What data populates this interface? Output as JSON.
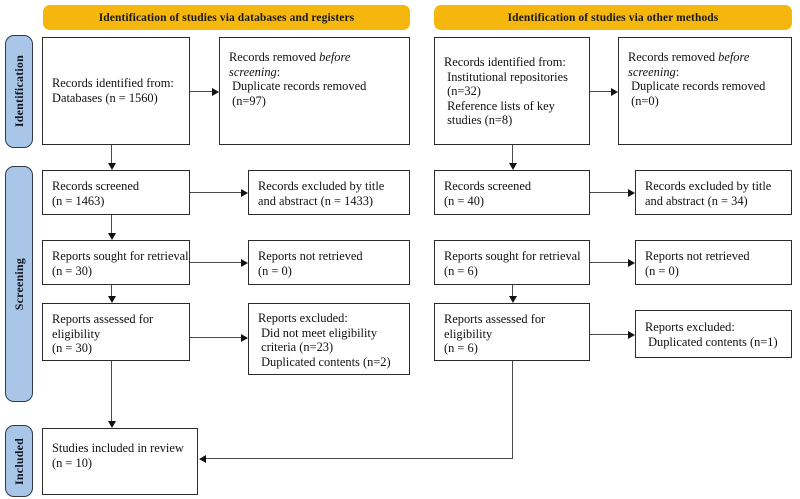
{
  "diagram": {
    "title": "PRISMA flow diagram",
    "colors": {
      "header_bar": "#F5B60D",
      "stage_label": "#A9C6E8",
      "box_border": "#2b2b2b",
      "connector": "#4a4a4a"
    }
  },
  "headers": [
    {
      "id": "databases",
      "label": "Identification of studies via databases and registers"
    },
    {
      "id": "other",
      "label": "Identification of studies via other methods"
    }
  ],
  "stages": [
    {
      "id": "identification",
      "label": "Identification"
    },
    {
      "id": "screening",
      "label": "Screening"
    },
    {
      "id": "included",
      "label": "Included"
    }
  ],
  "left_column": {
    "records_identified": {
      "line1": "Records identified from:",
      "line2": "Databases (n = 1560)"
    },
    "records_removed": {
      "line1": "Records removed ",
      "line1_italic": "before",
      "line2_italic": "screening",
      "line2_tail": ":",
      "line3": " Duplicate records removed",
      "line4": " (n=97)"
    },
    "records_screened": {
      "line1": "Records screened",
      "line2": "(n = 1463)"
    },
    "records_excluded": {
      "line1": "Records excluded by title",
      "line2": "and abstract (n = 1433)"
    },
    "reports_sought": {
      "line1": "Reports sought for retrieval",
      "line2": "(n = 30)"
    },
    "reports_not_retrieved": {
      "line1": "Reports not retrieved",
      "line2": "(n = 0)"
    },
    "reports_assessed": {
      "line1": "Reports assessed for",
      "line2": "eligibility",
      "line3": "(n = 30)"
    },
    "reports_excluded": {
      "line1": "Reports excluded:",
      "line2": " Did not meet eligibility",
      "line3": " criteria (n=23)",
      "line4": " Duplicated contents (n=2)"
    }
  },
  "right_column": {
    "records_identified": {
      "line1": "Records identified from:",
      "line2": " Institutional repositories",
      "line3": " (n=32)",
      "line4": " Reference lists of key",
      "line5": " studies (n=8)"
    },
    "records_removed": {
      "line1": "Records removed ",
      "line1_italic": "before",
      "line2_italic": "screening",
      "line2_tail": ":",
      "line3": " Duplicate records removed",
      "line4": " (n=0)"
    },
    "records_screened": {
      "line1": "Records screened",
      "line2": "(n = 40)"
    },
    "records_excluded": {
      "line1": "Records excluded by title",
      "line2": "and abstract (n = 34)"
    },
    "reports_sought": {
      "line1": "Reports sought for retrieval",
      "line2": "(n = 6)"
    },
    "reports_not_retrieved": {
      "line1": "Reports not retrieved",
      "line2": "(n = 0)"
    },
    "reports_assessed": {
      "line1": "Reports assessed for",
      "line2": "eligibility",
      "line3": "(n = 6)"
    },
    "reports_excluded": {
      "line1": "Reports excluded:",
      "line2": " Duplicated contents (n=1)"
    }
  },
  "included_box": {
    "line1": "Studies included in review",
    "line2": "(n = 10)"
  }
}
